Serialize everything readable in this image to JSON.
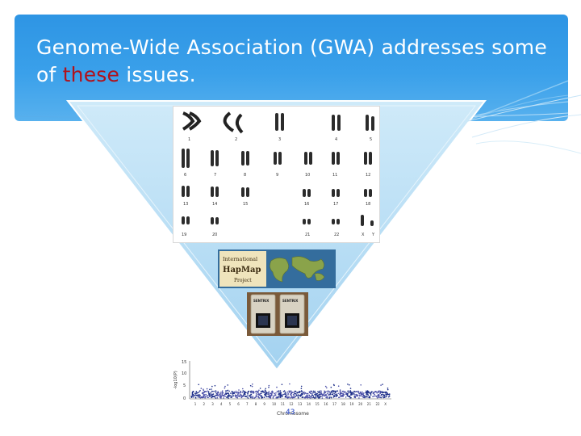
{
  "slide": {
    "title_before": "Genome-Wide Association (GWA) addresses some of ",
    "title_highlight": "these",
    "title_after": " issues.",
    "highlight_color": "#b0121b",
    "band_color": "#2e95e4",
    "triangle_color": "#bfe2f6"
  },
  "karyotype": {
    "row1_labels": [
      "1",
      "2",
      "3",
      "4",
      "5"
    ],
    "row2_labels": [
      "6",
      "7",
      "8",
      "9",
      "10",
      "11",
      "12"
    ],
    "row3_labels": [
      "13",
      "14",
      "15",
      "16",
      "17",
      "18"
    ],
    "row4_labels": [
      "19",
      "20",
      "21",
      "22",
      "X",
      "Y"
    ]
  },
  "hapmap": {
    "line1": "International",
    "line2": "HapMap",
    "line3": "Project"
  },
  "chips": {
    "brand": "SENTRIX"
  },
  "manhattan": {
    "ylabel": "-log10(P)",
    "xlabel": "Chromosome",
    "y_ticks": [
      "15",
      "10",
      "5",
      "0"
    ],
    "x_ticks": [
      "1",
      "2",
      "3",
      "4",
      "5",
      "6",
      "7",
      "8",
      "9",
      "10",
      "11",
      "12",
      "13",
      "14",
      "15",
      "16",
      "17",
      "18",
      "19",
      "20",
      "21",
      "22",
      "X"
    ]
  },
  "footer": {
    "page_number": "43"
  }
}
